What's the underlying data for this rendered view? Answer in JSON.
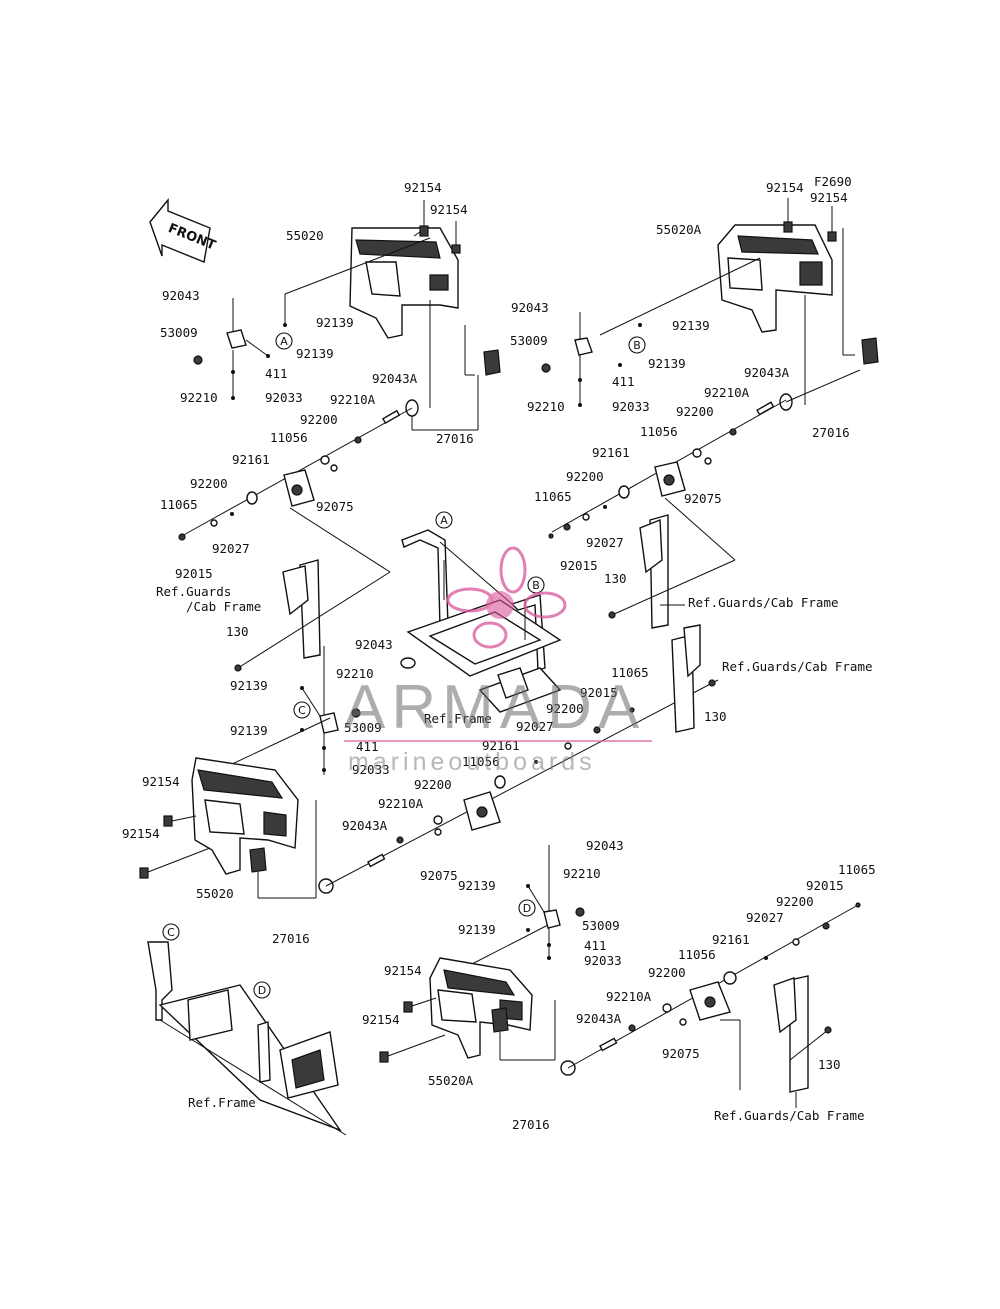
{
  "front_arrow": {
    "text": "FRONT"
  },
  "watermark": {
    "title": "ARMADA",
    "subtitle": "marineoutboards",
    "brand_colors": [
      "#d9569a",
      "#6b6b6b"
    ]
  },
  "callouts": {
    "a": "A",
    "b": "B",
    "c": "C",
    "d": "D"
  },
  "labels": [
    "92154",
    "92154",
    "55020",
    "92043",
    "53009",
    "92139",
    "92139",
    "411",
    "92210",
    "92033",
    "92043A",
    "92210A",
    "92200",
    "11056",
    "27016",
    "92161",
    "92075",
    "92200",
    "11065",
    "92027",
    "92015",
    "Ref.Guards",
    "/Cab Frame",
    "130",
    "92154",
    "F2690",
    "92154",
    "55020A",
    "92043",
    "53009",
    "92139",
    "92139",
    "411",
    "92210",
    "92033",
    "92043A",
    "92210A",
    "92200",
    "11056",
    "27016",
    "92161",
    "92075",
    "92200",
    "11065",
    "92027",
    "92015",
    "130",
    "Ref.Guards/Cab Frame",
    "Ref.Frame",
    "92043",
    "92139",
    "92210",
    "92139",
    "53009",
    "411",
    "92033",
    "11065",
    "Ref.Guards/Cab Frame",
    "92015",
    "130",
    "92200",
    "92027",
    "92161",
    "11056",
    "92200",
    "92210A",
    "92043A",
    "92075",
    "92154",
    "92154",
    "55020",
    "27016",
    "92043",
    "92210",
    "92139",
    "92139",
    "53009",
    "411",
    "92033",
    "11065",
    "92015",
    "92200",
    "92027",
    "92161",
    "11056",
    "92200",
    "92210A",
    "92043A",
    "92075",
    "92154",
    "92154",
    "55020A",
    "27016",
    "130",
    "Ref.Guards/Cab Frame",
    "Ref.Frame"
  ]
}
